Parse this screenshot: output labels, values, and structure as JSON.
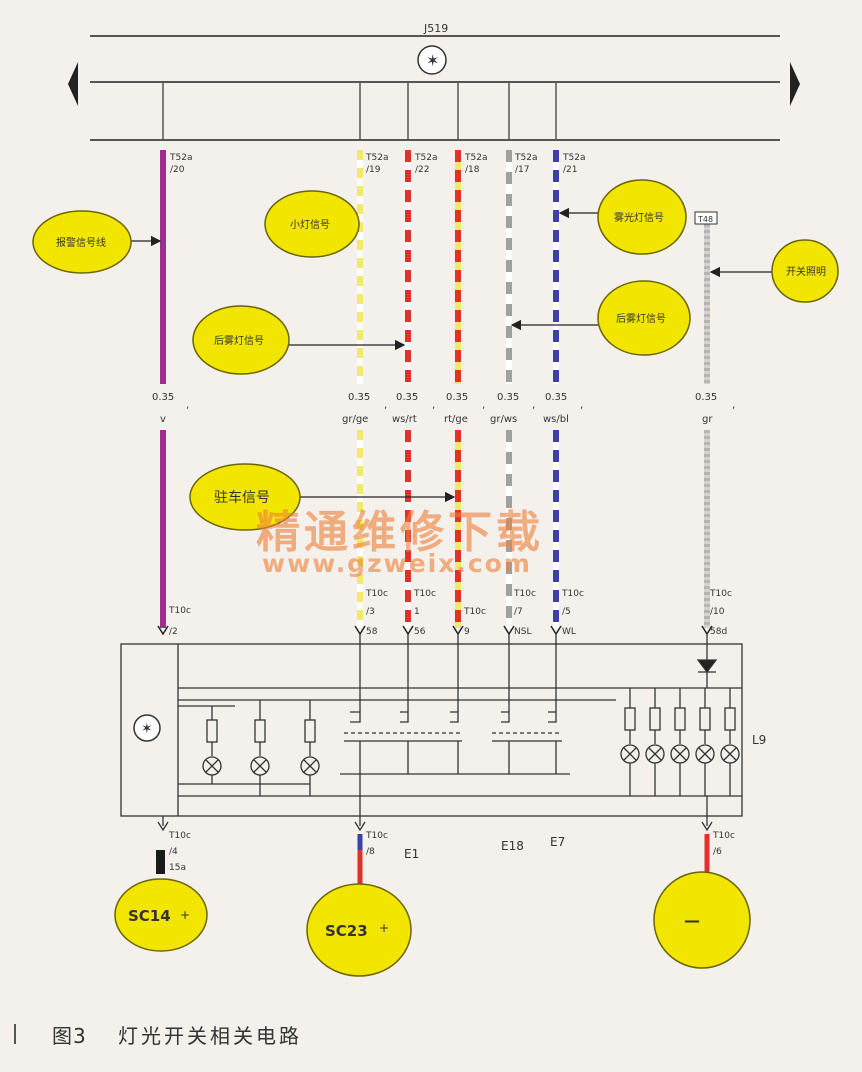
{
  "bus_label": "J519",
  "ecu_label": "L9",
  "bubbles": {
    "left": "报警信号线",
    "small_light": "小灯信号",
    "fog_front": "雾光灯信号",
    "fog_rear": "后雾灯信号",
    "rear_fog2": "后雾灯信号",
    "switch": "开关照明",
    "parking": "驻车信号"
  },
  "wires": [
    {
      "id": "v",
      "top_conn": "T52a",
      "top_pin": "/20",
      "size": "0.35",
      "color_code": "v",
      "bot_conn": "T10c",
      "bot_pin": "/2"
    },
    {
      "id": "grge",
      "top_conn": "T52a",
      "top_pin": "/19",
      "size": "0.35",
      "color_code": "gr/ge",
      "bot_conn": "T10c",
      "bot_pin": "/3",
      "pin_name": "58"
    },
    {
      "id": "wsrt",
      "top_conn": "T52a",
      "top_pin": "/22",
      "size": "0.35",
      "color_code": "ws/rt",
      "bot_conn": "T10c",
      "bot_pin": "1",
      "pin_name": "56"
    },
    {
      "id": "rtge",
      "top_conn": "T52a",
      "top_pin": "/18",
      "size": "0.35",
      "color_code": "rt/ge",
      "bot_conn": "T10c",
      "bot_pin": "",
      "pin_name": "9"
    },
    {
      "id": "grws",
      "top_conn": "T52a",
      "top_pin": "/17",
      "size": "0.35",
      "color_code": "gr/ws",
      "bot_conn": "T10c",
      "bot_pin": "/7",
      "pin_name": "NSL"
    },
    {
      "id": "wsbl",
      "top_conn": "T52a",
      "top_pin": "/21",
      "size": "0.35",
      "color_code": "ws/bl",
      "bot_conn": "T10c",
      "bot_pin": "/5",
      "pin_name": "WL"
    },
    {
      "id": "gr",
      "top_conn": "T48",
      "top_pin": "",
      "size": "0.35",
      "color_code": "gr",
      "bot_conn": "T10c",
      "bot_pin": "/10",
      "pin_name": "58d"
    }
  ],
  "bottom": {
    "left_conn": "T10c",
    "left_pin": "/4",
    "left_extra": "15a",
    "mid_conn": "T10c",
    "mid_pin": "/8",
    "right_conn": "T10c",
    "right_pin": "/6",
    "switch_e1": "E1",
    "switch_e18": "E18",
    "switch_e7": "E7"
  },
  "terminals": {
    "sc14": "SC14",
    "sc14_sign": "+",
    "sc23": "SC23",
    "sc23_sign": "+",
    "ground": "—"
  },
  "watermark": {
    "cn": "精通维修下载",
    "url": "www.gzweix.com"
  },
  "caption": {
    "label": "图3",
    "title": "灯光开关相关电路"
  },
  "colors": {
    "bubble_fill": "#f2e600",
    "bubble_stroke": "#6a6500",
    "violet": "#9c2f8a",
    "red": "#e0312b",
    "yellow": "#f2e86a",
    "blue": "#3f3fa8",
    "grey": "#a0a0a0"
  }
}
